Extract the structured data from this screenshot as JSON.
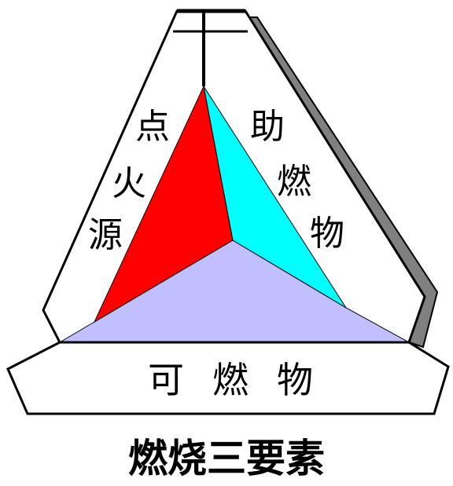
{
  "diagram": {
    "ignition_source": [
      "点",
      "火",
      "源"
    ],
    "oxidizer": [
      "助",
      "燃",
      "物"
    ],
    "fuel": [
      "可",
      "燃",
      "物"
    ],
    "title": "燃烧三要素",
    "colors": {
      "ignition_face": "#ff0000",
      "oxidizer_face": "#00ffff",
      "fuel_face": "#c0c0ff",
      "frame_shadow": "#808080",
      "outline": "#000000"
    }
  }
}
